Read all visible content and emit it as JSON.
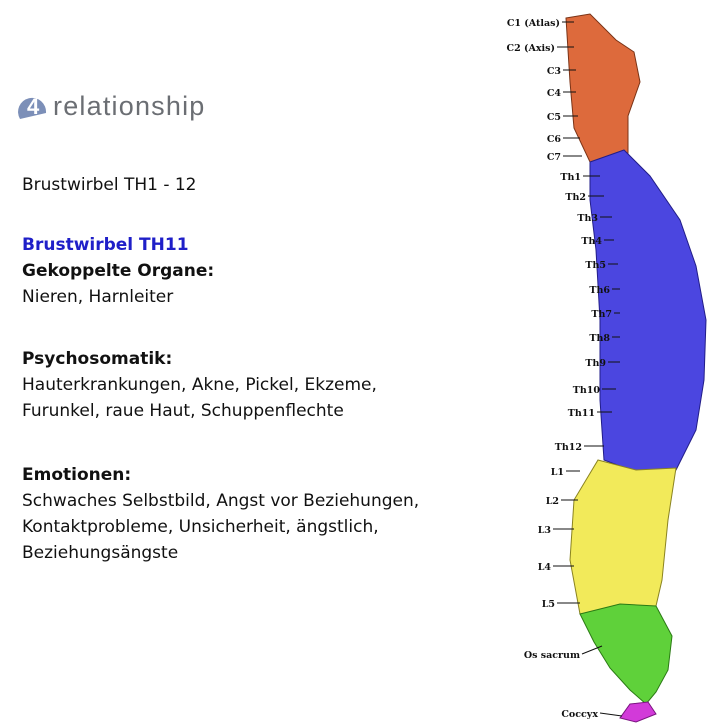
{
  "logo": {
    "mark": "4",
    "text": "relationship"
  },
  "subtitle": "Brustwirbel TH1 - 12",
  "section_title": "Brustwirbel TH11",
  "organs": {
    "heading": "Gekoppelte Organe:",
    "lines": [
      "Nieren, Harnleiter"
    ]
  },
  "psycho": {
    "heading": "Psychosomatik:",
    "lines": [
      "Hauterkrankungen, Akne, Pickel, Ekzeme,",
      "Furunkel, raue Haut, Schuppenflechte"
    ]
  },
  "emotions": {
    "heading": "Emotionen:",
    "lines": [
      "Schwaches Selbstbild, Angst vor Beziehungen,",
      "Kontaktprobleme, Unsicherheit, ängstlich,",
      "Beziehungsängste"
    ]
  },
  "spine_labels": {
    "cervical": [
      "C1 (Atlas)",
      "C2 (Axis)",
      "C3",
      "C4",
      "C5",
      "C6",
      "C7"
    ],
    "thoracic": [
      "Th1",
      "Th2",
      "Th3",
      "Th4",
      "Th5",
      "Th6",
      "Th7",
      "Th8",
      "Th9",
      "Th10",
      "Th11",
      "Th12"
    ],
    "lumbar": [
      "L1",
      "L2",
      "L3",
      "L4",
      "L5"
    ],
    "sacrum": "Os sacrum",
    "coccyx": "Coccyx"
  },
  "colors": {
    "cervical": "#dd6a3c",
    "thoracic": "#4b46e0",
    "lumbar": "#f2ea5a",
    "sacrum": "#5fd13a",
    "coccyx": "#d23ad9",
    "highlight": "#1f1fc8",
    "logo_gray": "#6b6e73",
    "logo_blue": "#7c8fb8"
  },
  "icons": {
    "logo_mark": "four-badge-icon",
    "illustration": "spine-illustration"
  }
}
